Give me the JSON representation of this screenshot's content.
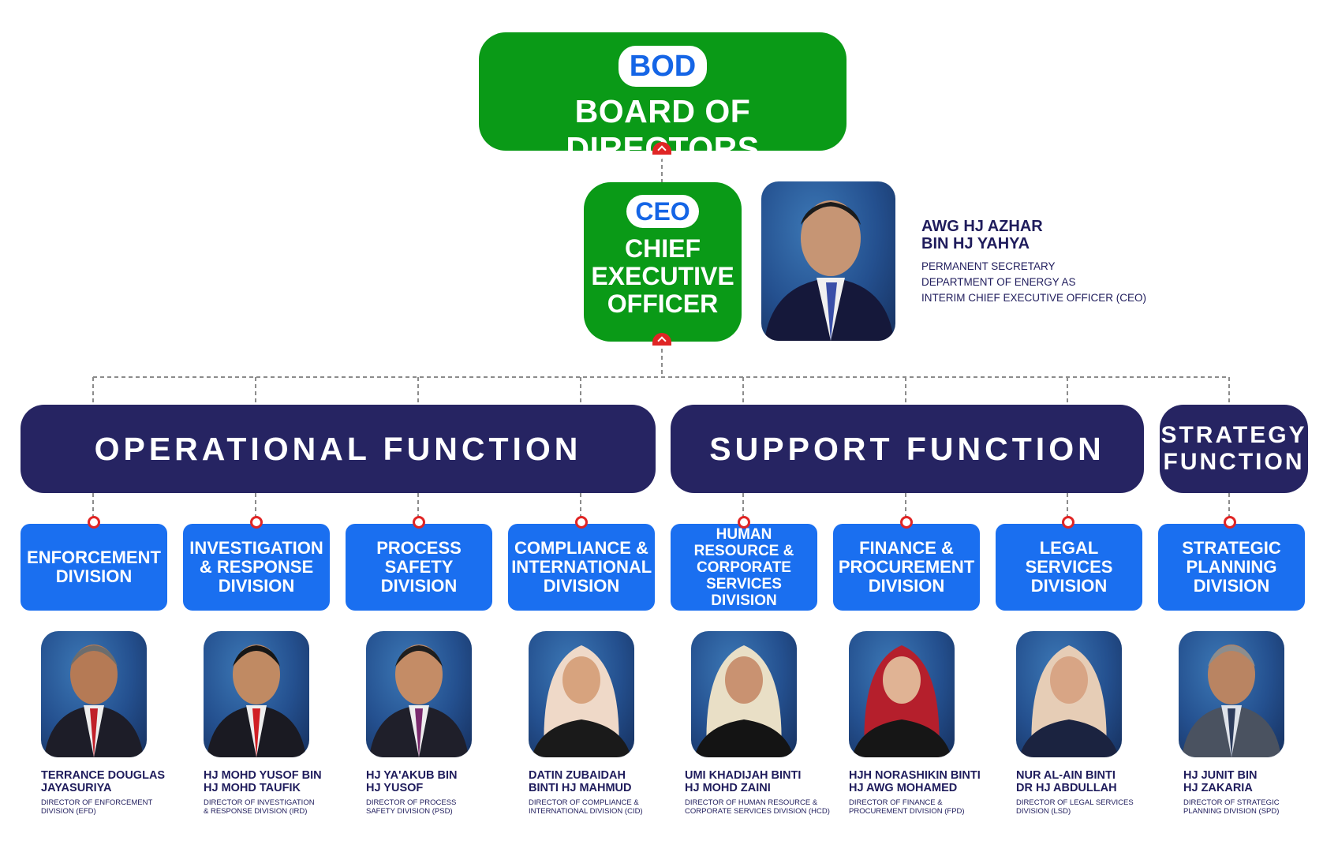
{
  "board": {
    "abbr": "BOD",
    "title": "BOARD OF DIRECTORS"
  },
  "ceo": {
    "abbr": "CEO",
    "title": "CHIEF EXECUTIVE OFFICER",
    "name": "AWG HJ AZHAR\nBIN HJ YAHYA",
    "role_lines": [
      "PERMANENT SECRETARY",
      "DEPARTMENT OF ENERGY AS",
      "INTERIM CHIEF EXECUTIVE OFFICER (CEO)"
    ]
  },
  "functions": {
    "operational": "OPERATIONAL FUNCTION",
    "support": "SUPPORT FUNCTION",
    "strategy": "STRATEGY FUNCTION"
  },
  "divisions": [
    {
      "label": "ENFORCEMENT DIVISION",
      "name": "TERRANCE DOUGLAS\nJAYASURIYA",
      "role": "DIRECTOR OF ENFORCEMENT\nDIVISION (EFD)"
    },
    {
      "label": "INVESTIGATION & RESPONSE DIVISION",
      "name": "HJ MOHD YUSOF BIN\nHJ MOHD TAUFIK",
      "role": "DIRECTOR OF INVESTIGATION\n& RESPONSE DIVISION (IRD)"
    },
    {
      "label": "PROCESS SAFETY DIVISION",
      "name": "HJ YA'AKUB BIN\nHJ YUSOF",
      "role": "DIRECTOR OF PROCESS\nSAFETY DIVISION (PSD)"
    },
    {
      "label": "COMPLIANCE & INTERNATIONAL DIVISION",
      "name": "DATIN ZUBAIDAH\nBINTI HJ MAHMUD",
      "role": "DIRECTOR OF COMPLIANCE &\nINTERNATIONAL DIVISION (CID)"
    },
    {
      "label": "HUMAN RESOURCE & CORPORATE SERVICES DIVISION",
      "name": "UMI KHADIJAH BINTI\nHJ MOHD ZAINI",
      "role": "DIRECTOR OF HUMAN RESOURCE &\nCORPORATE SERVICES DIVISION (HCD)"
    },
    {
      "label": "FINANCE & PROCUREMENT DIVISION",
      "name": "HJH NORASHIKIN BINTI\nHJ AWG MOHAMED",
      "role": "DIRECTOR OF FINANCE &\nPROCUREMENT DIVISION (FPD)"
    },
    {
      "label": "LEGAL SERVICES DIVISION",
      "name": "NUR AL-AIN BINTI\nDR HJ ABDULLAH",
      "role": "DIRECTOR OF LEGAL SERVICES\nDIVISION (LSD)"
    },
    {
      "label": "STRATEGIC PLANNING DIVISION",
      "name": "HJ JUNIT BIN\nHJ ZAKARIA",
      "role": "DIRECTOR OF STRATEGIC\nPLANNING DIVISION (SPD)"
    }
  ],
  "colors": {
    "green": "#0a9a17",
    "navy": "#262462",
    "blue": "#1a6ff0",
    "accent_red": "#e02525"
  }
}
